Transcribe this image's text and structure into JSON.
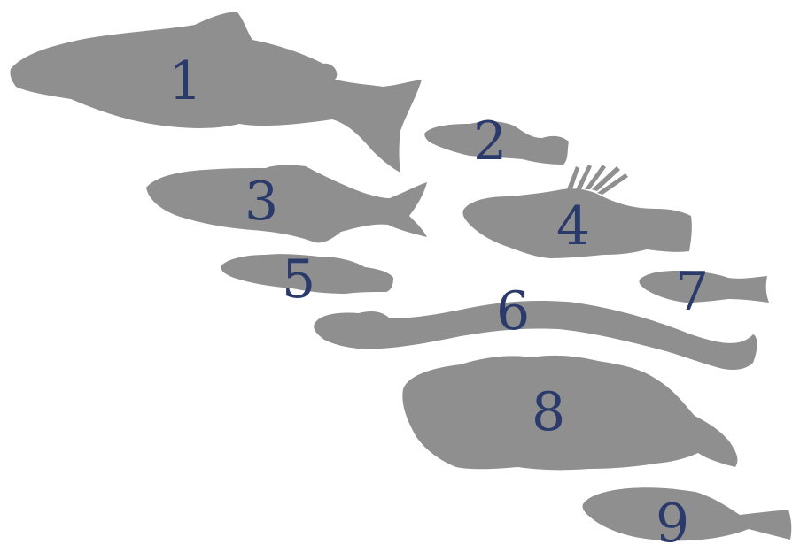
{
  "figure": {
    "labels": [
      "1",
      "2",
      "3",
      "4",
      "5",
      "6",
      "7",
      "8",
      "9"
    ],
    "silhouette_color": "#8f8f8f",
    "label_color": "#2a3a6b",
    "background_color": "#ffffff"
  }
}
